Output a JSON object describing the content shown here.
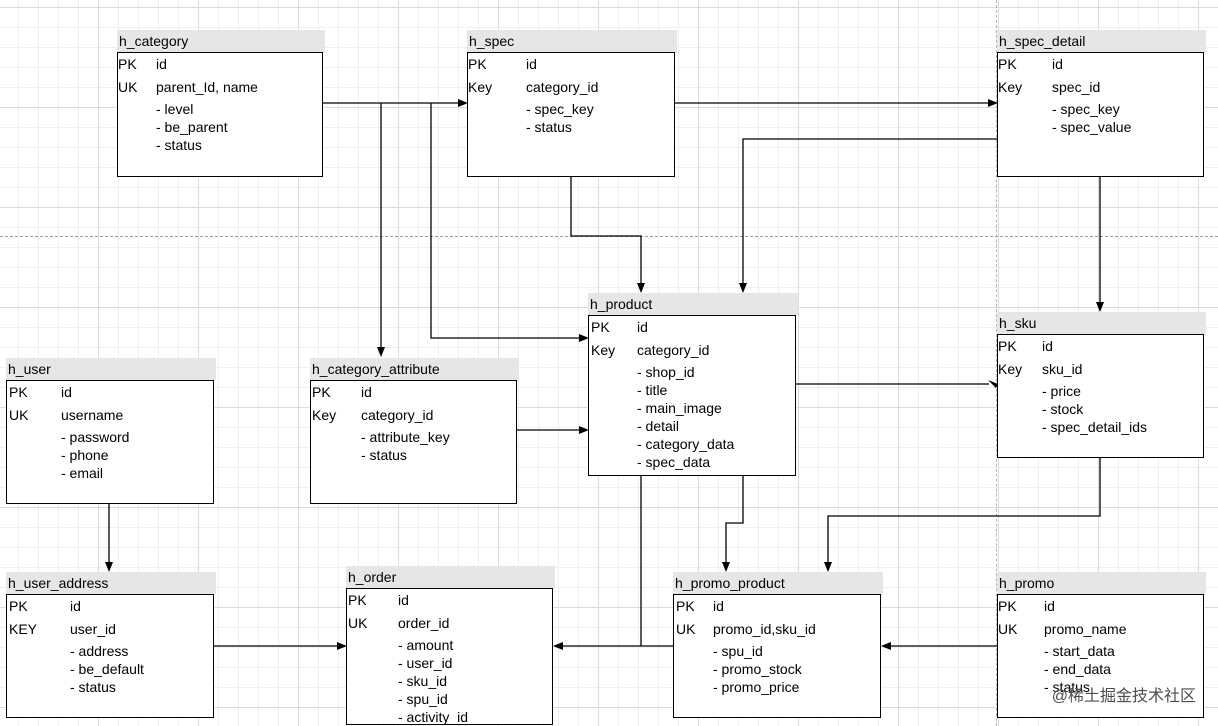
{
  "entities": {
    "h_category": {
      "name": "h_category",
      "fields": [
        {
          "tag": "PK",
          "name": "id"
        },
        {
          "tag": "UK",
          "name": "parent_Id, name"
        }
      ],
      "attributes": [
        "- level",
        "- be_parent",
        "- status"
      ]
    },
    "h_spec": {
      "name": "h_spec",
      "fields": [
        {
          "tag": "PK",
          "name": "id"
        },
        {
          "tag": "Key",
          "name": "category_id"
        }
      ],
      "attributes": [
        "- spec_key",
        "- status"
      ]
    },
    "h_spec_detail": {
      "name": "h_spec_detail",
      "fields": [
        {
          "tag": "PK",
          "name": "id"
        },
        {
          "tag": "Key",
          "name": "spec_id"
        }
      ],
      "attributes": [
        "- spec_key",
        "- spec_value"
      ]
    },
    "h_product": {
      "name": "h_product",
      "fields": [
        {
          "tag": "PK",
          "name": "id"
        },
        {
          "tag": "Key",
          "name": "category_id"
        }
      ],
      "attributes": [
        "- shop_id",
        "- title",
        "- main_image",
        "- detail",
        "- category_data",
        "- spec_data"
      ]
    },
    "h_sku": {
      "name": "h_sku",
      "fields": [
        {
          "tag": "PK",
          "name": "id"
        },
        {
          "tag": "Key",
          "name": "sku_id"
        }
      ],
      "attributes": [
        "- price",
        "- stock",
        "- spec_detail_ids"
      ]
    },
    "h_user": {
      "name": "h_user",
      "fields": [
        {
          "tag": "PK",
          "name": "id"
        },
        {
          "tag": "UK",
          "name": "username"
        }
      ],
      "attributes": [
        "- password",
        "- phone",
        "- email"
      ]
    },
    "h_category_attribute": {
      "name": "h_category_attribute",
      "fields": [
        {
          "tag": "PK",
          "name": "id"
        },
        {
          "tag": "Key",
          "name": "category_id"
        }
      ],
      "attributes": [
        "- attribute_key",
        "- status"
      ]
    },
    "h_user_address": {
      "name": "h_user_address",
      "fields": [
        {
          "tag": "PK",
          "name": "id"
        },
        {
          "tag": "KEY",
          "name": "user_id"
        }
      ],
      "attributes": [
        "- address",
        "- be_default",
        "- status"
      ]
    },
    "h_order": {
      "name": "h_order",
      "fields": [
        {
          "tag": "PK",
          "name": "id"
        },
        {
          "tag": "UK",
          "name": "order_id"
        }
      ],
      "attributes": [
        "- amount",
        "- user_id",
        "- sku_id",
        "- spu_id",
        "- activity_id"
      ]
    },
    "h_promo_product": {
      "name": "h_promo_product",
      "fields": [
        {
          "tag": "PK",
          "name": "id"
        },
        {
          "tag": "UK",
          "name": "promo_id,sku_id"
        }
      ],
      "attributes": [
        "- spu_id",
        "- promo_stock",
        "- promo_price"
      ]
    },
    "h_promo": {
      "name": "h_promo",
      "fields": [
        {
          "tag": "PK",
          "name": "id"
        },
        {
          "tag": "UK",
          "name": "promo_name"
        }
      ],
      "attributes": [
        "- start_data",
        "- end_data",
        "- status"
      ]
    }
  },
  "connectors": [
    {
      "from": "h_category",
      "to": "h_spec"
    },
    {
      "from": "h_category",
      "to": "h_category_attribute"
    },
    {
      "from": "h_category",
      "to": "h_product"
    },
    {
      "from": "h_spec",
      "to": "h_spec_detail"
    },
    {
      "from": "h_spec",
      "to": "h_product"
    },
    {
      "from": "h_spec_detail",
      "to": "h_product"
    },
    {
      "from": "h_spec_detail",
      "to": "h_sku"
    },
    {
      "from": "h_product",
      "to": "h_sku"
    },
    {
      "from": "h_category_attribute",
      "to": "h_product"
    },
    {
      "from": "h_product",
      "to": "h_promo_product"
    },
    {
      "from": "h_sku",
      "to": "h_promo_product"
    },
    {
      "from": "h_user",
      "to": "h_user_address"
    },
    {
      "from": "h_user_address",
      "to": "h_order"
    },
    {
      "from": "h_product",
      "to": "h_order"
    },
    {
      "from": "h_promo",
      "to": "h_promo_product"
    }
  ],
  "watermark": {
    "icon": "at-sign-icon",
    "text": "@稀土掘金技术社区"
  }
}
